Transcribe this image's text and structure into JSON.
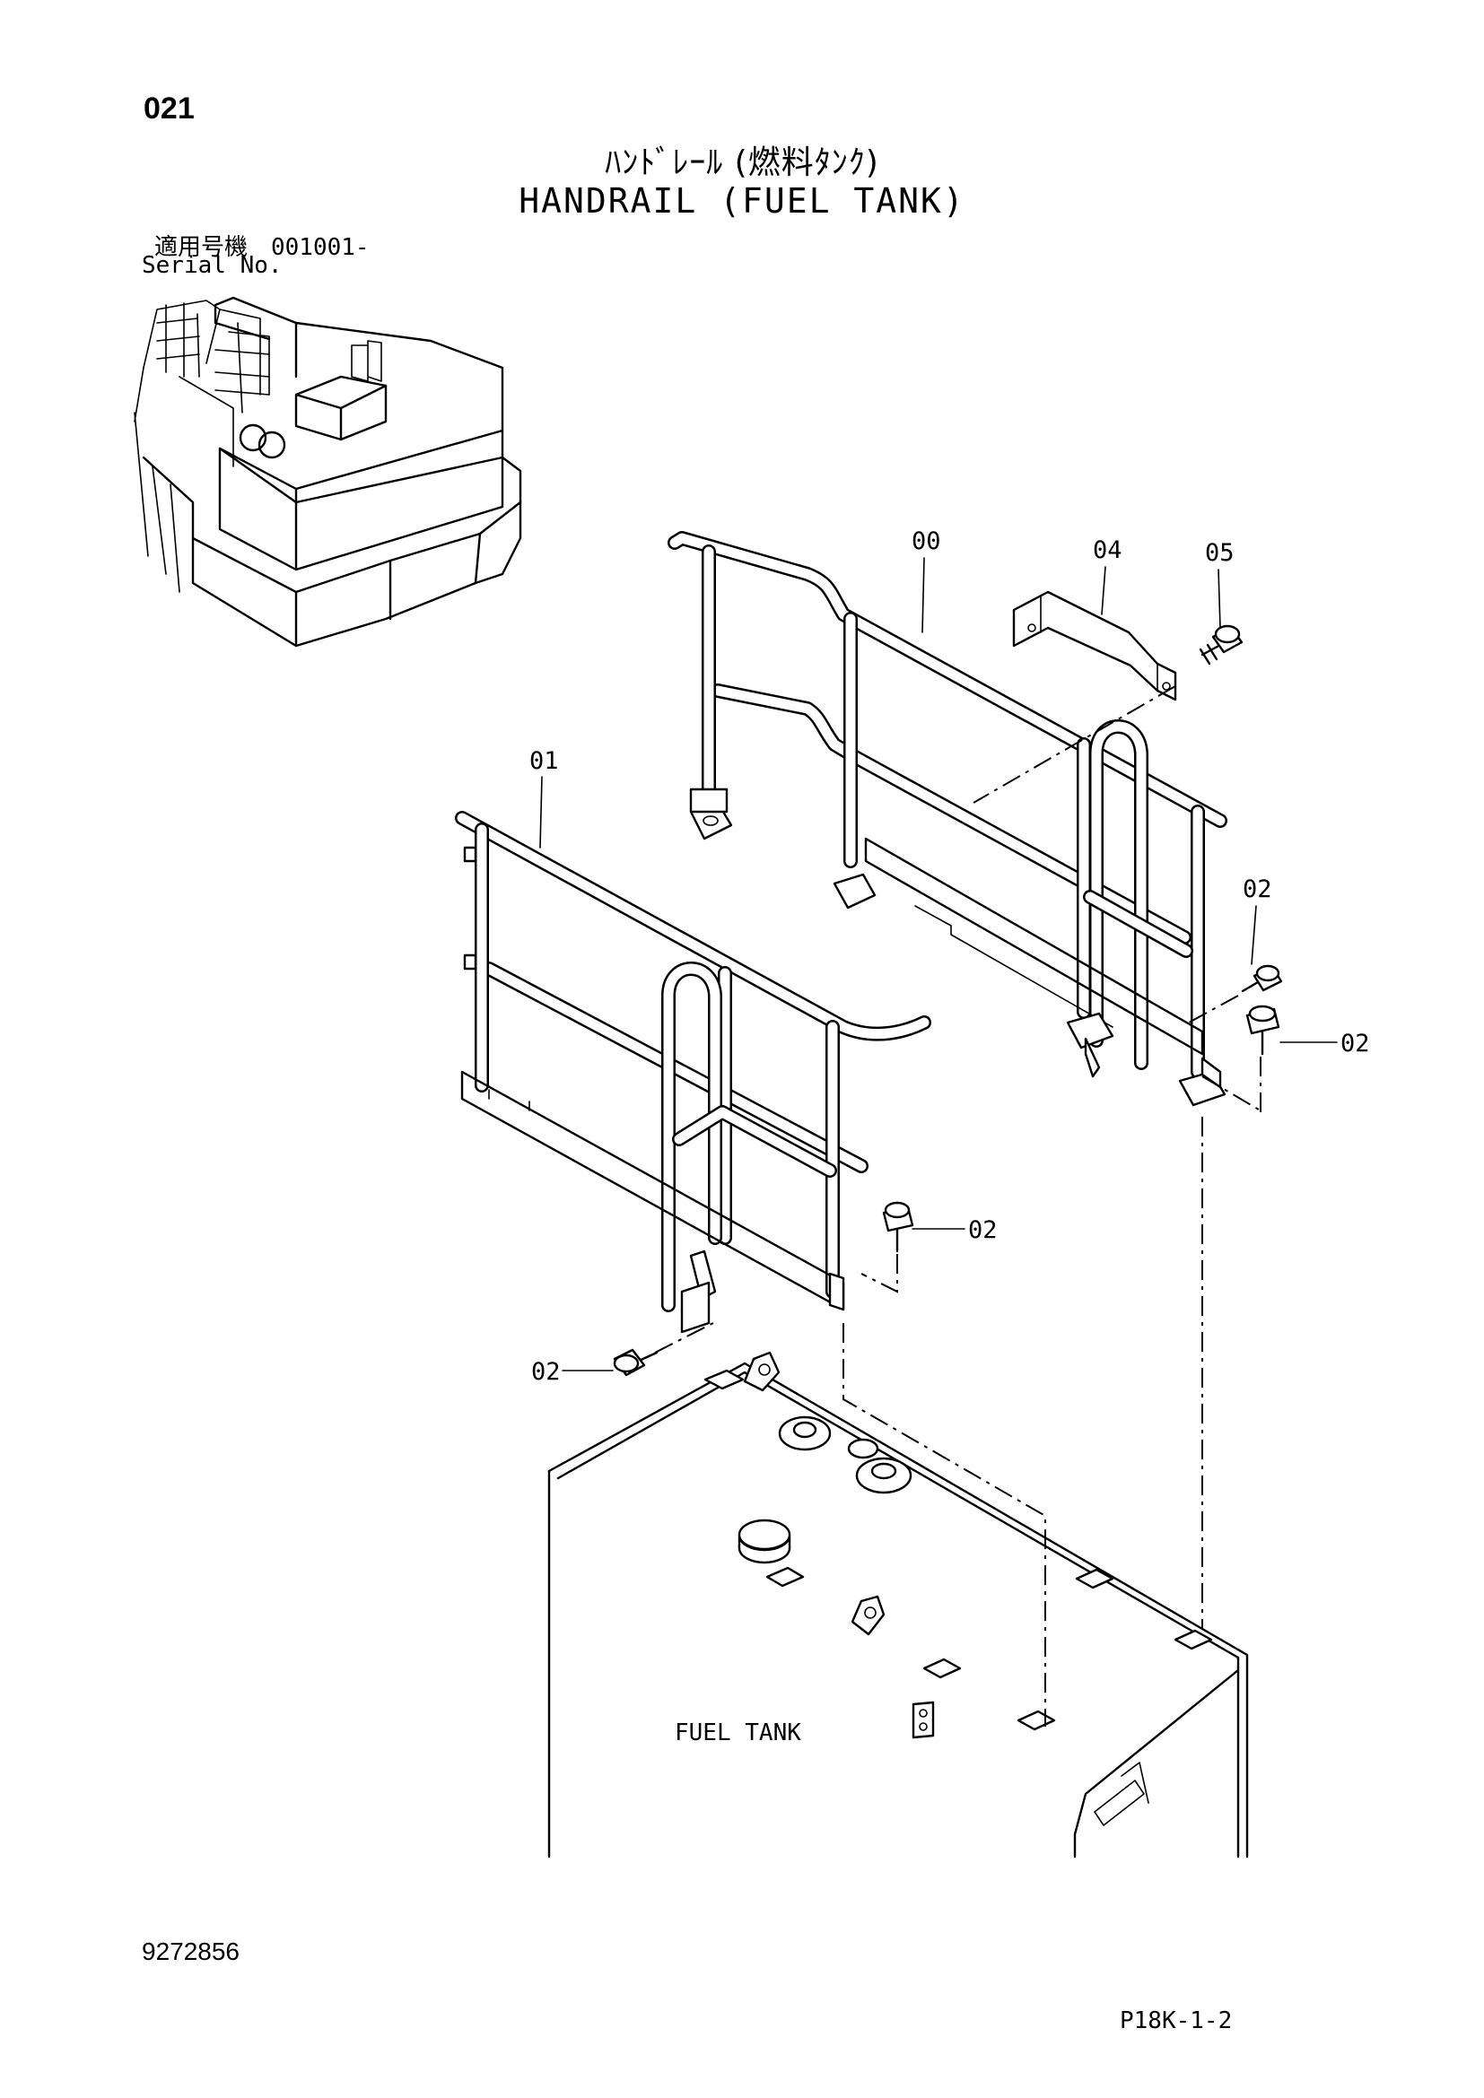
{
  "header": {
    "page_number": "021",
    "title_jp": "ﾊﾝﾄﾞﾚｰﾙ (燃料ﾀﾝｸ)",
    "title_en": "HANDRAIL (FUEL TANK)",
    "serial_jp": "適用号機　001001-",
    "serial_en": "Serial No."
  },
  "callouts": {
    "c00": "00",
    "c01": "01",
    "c02a": "02",
    "c02b": "02",
    "c02c": "02",
    "c02d": "02",
    "c04": "04",
    "c05": "05"
  },
  "diagram": {
    "tank_label": "FUEL TANK"
  },
  "footer": {
    "part_number": "9272856",
    "page_code": "P18K-1-2"
  }
}
